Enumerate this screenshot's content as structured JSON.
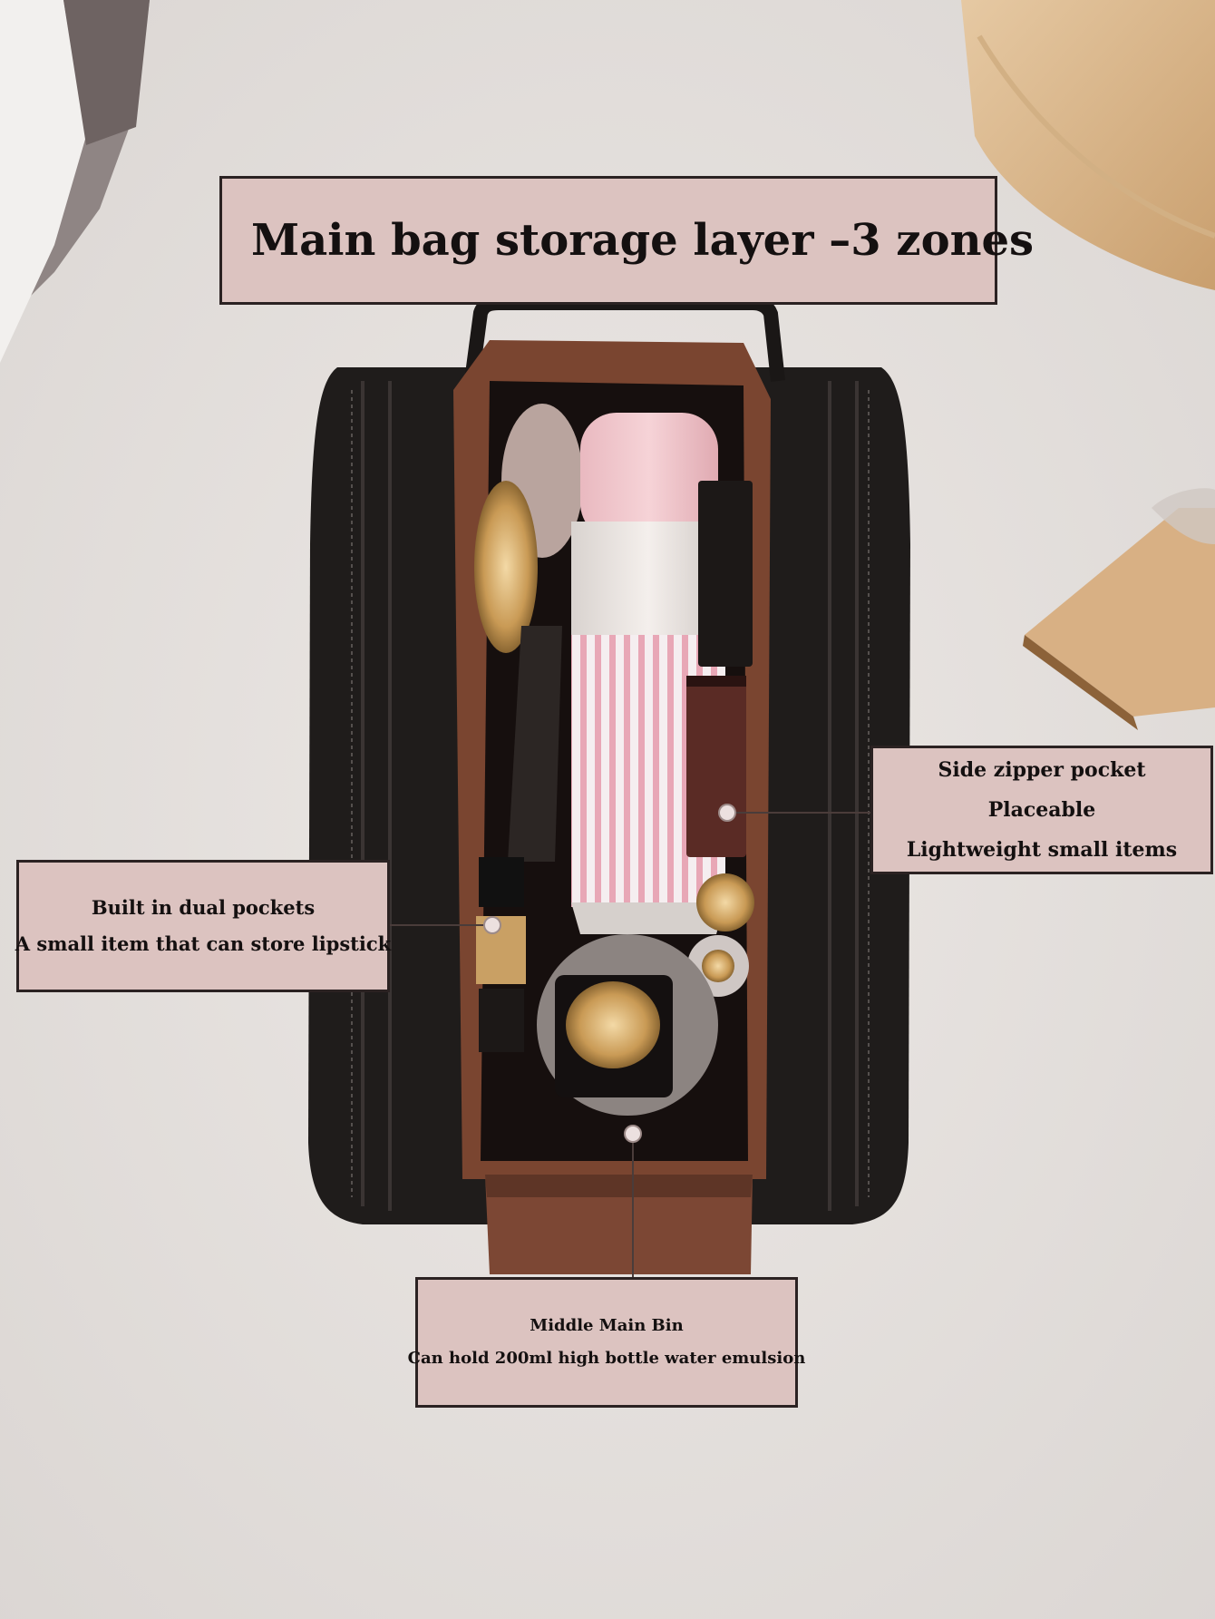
{
  "title": "Main bag storage layer –3 zones",
  "callouts": {
    "dual_pockets": {
      "line1": "Built in dual pockets",
      "line2": "A small item that can store lipstick"
    },
    "side_pocket": {
      "line1": "Side zipper pocket",
      "line2": "Placeable",
      "line3": "Lightweight small items"
    },
    "main_bin": {
      "line1": "Middle Main Bin",
      "line2": "Can hold 200ml high bottle water emulsion"
    }
  },
  "colors": {
    "label_fill": "#dcc3c0",
    "label_border": "#2b2222",
    "bag_leather": "#1f1c1b",
    "lining": "#7a4530",
    "background": "#e7e3e0"
  }
}
